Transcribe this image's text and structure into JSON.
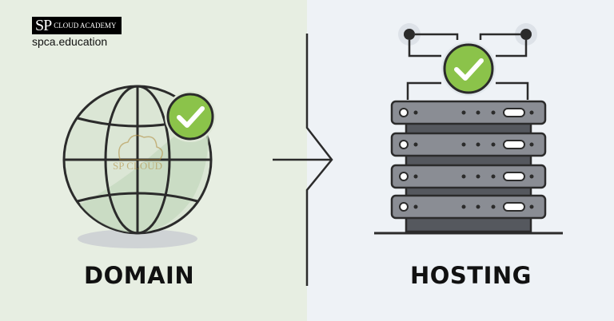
{
  "brand": {
    "logo_sp": "SP",
    "logo_name": "CLOUD ACADEMY",
    "url": "spca.education"
  },
  "domain": {
    "label": "DOMAIN",
    "icon": "globe-icon",
    "status_icon": "check-icon"
  },
  "hosting": {
    "label": "HOSTING",
    "icon": "server-rack-icon",
    "status_icon": "check-icon"
  },
  "colors": {
    "left_bg": "#e7eee2",
    "right_bg": "#eef2f6",
    "check_green": "#8bc34a",
    "server_gray": "#8a8d94",
    "outline": "#2b2b2b"
  }
}
